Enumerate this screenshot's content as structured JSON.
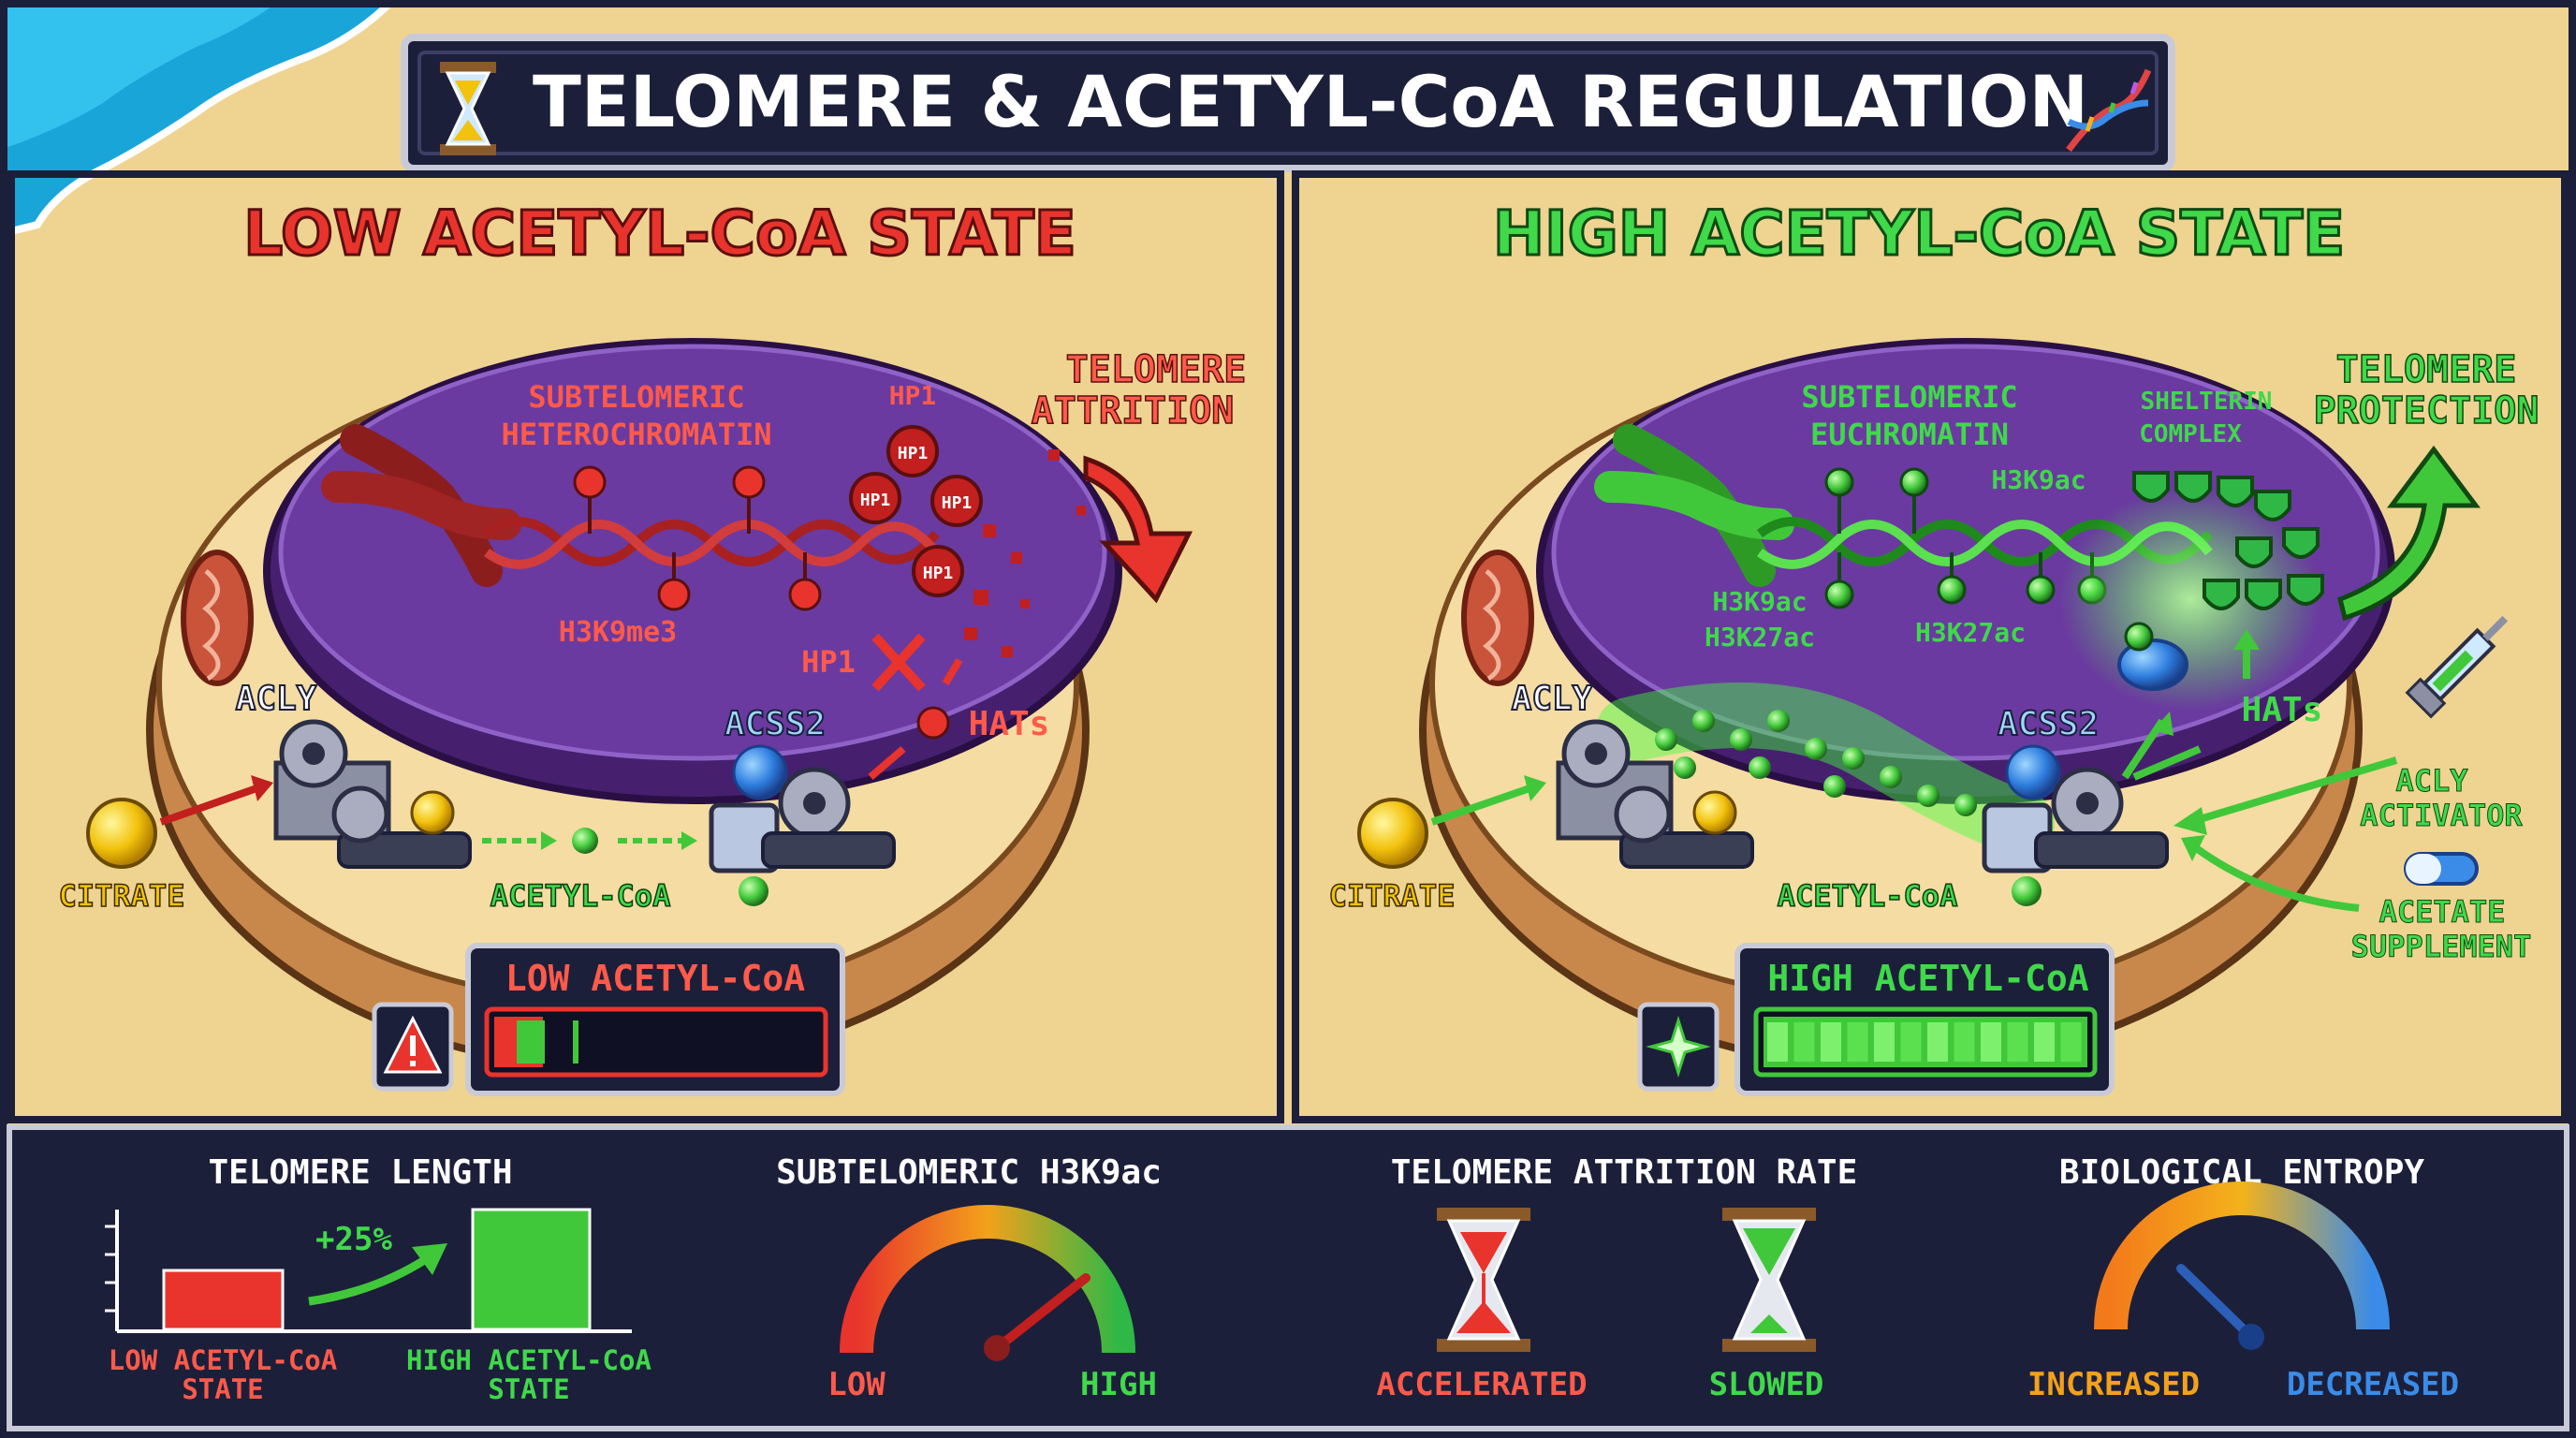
{
  "header": {
    "title": "TELOMERE & ACETYL-CoA REGULATION",
    "left_icon": "hourglass-icon",
    "right_icon": "dna-icon"
  },
  "colors": {
    "low": "#e23a2e",
    "high": "#3fd94a",
    "panel_dark": "#1c1f3a",
    "nucleus": "#6a3aa0",
    "sand": "#efd391"
  },
  "low_panel": {
    "heading": "LOW ACETYL-CoA STATE",
    "chromatin_label_line1": "SUBTELOMERIC",
    "chromatin_label_line2": "HETEROCHROMATIN",
    "mark_label": "H3K9me3",
    "hp1_label_top": "HP1",
    "hp1_bead": "HP1",
    "hp1_blocked": "HP1",
    "hats": "HATs",
    "attrition_line1": "TELOMERE",
    "attrition_line2": "ATTRITION",
    "acly": "ACLY",
    "acss2": "ACSS2",
    "citrate": "CITRATE",
    "acetyl_coa": "ACETYL-CoA",
    "meter_label": "LOW ACETYL-CoA",
    "meter_level": 0.15,
    "warning_icon": "warning-icon"
  },
  "high_panel": {
    "heading": "HIGH ACETYL-CoA STATE",
    "chromatin_label_line1": "SUBTELOMERIC",
    "chromatin_label_line2": "EUCHROMATIN",
    "mark_top": "H3K9ac",
    "mark_left_1": "H3K9ac",
    "mark_left_2": "H3K27ac",
    "mark_mid": "H3K27ac",
    "shelterin_line1": "SHELTERIN",
    "shelterin_line2": "COMPLEX",
    "protection_line1": "TELOMERE",
    "protection_line2": "PROTECTION",
    "hats": "HATs",
    "acly": "ACLY",
    "acss2": "ACSS2",
    "citrate": "CITRATE",
    "acetyl_coa": "ACETYL-CoA",
    "activator_line1": "ACLY",
    "activator_line2": "ACTIVATOR",
    "supplement_line1": "ACETATE",
    "supplement_line2": "SUPPLEMENT",
    "meter_label": "HIGH ACETYL-CoA",
    "meter_level": 1.0,
    "sparkle_icon": "sparkle-icon"
  },
  "metrics": {
    "telomere_length": {
      "title": "TELOMERE LENGTH",
      "change": "+25%",
      "low_label_line1": "LOW ACETYL-CoA",
      "low_label_line2": "STATE",
      "high_label_line1": "HIGH ACETYL-CoA",
      "high_label_line2": "STATE"
    },
    "h3k9ac": {
      "title": "SUBTELOMERIC H3K9ac",
      "low": "LOW",
      "high": "HIGH"
    },
    "attrition_rate": {
      "title": "TELOMERE ATTRITION RATE",
      "accelerated": "ACCELERATED",
      "slowed": "SLOWED"
    },
    "entropy": {
      "title": "BIOLOGICAL ENTROPY",
      "increased": "INCREASED",
      "decreased": "DECREASED"
    }
  }
}
